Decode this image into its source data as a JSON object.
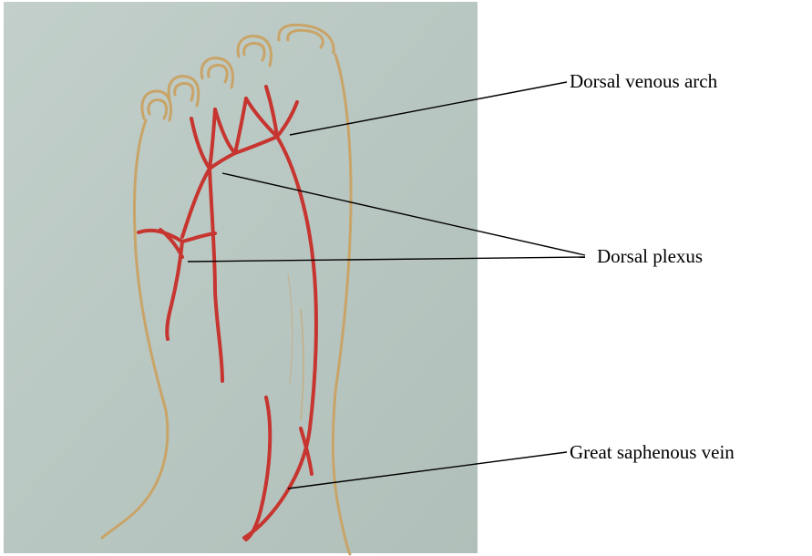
{
  "figure": {
    "colors": {
      "paper": "#bcc9c4",
      "outline": "#c9a468",
      "vein": "#c73530",
      "leader": "#000000",
      "background": "#ffffff"
    },
    "labels": {
      "dorsal_venous_arch": "Dorsal venous arch",
      "dorsal_plexus": "Dorsal plexus",
      "great_saphenous_vein": "Great saphenous vein"
    }
  }
}
